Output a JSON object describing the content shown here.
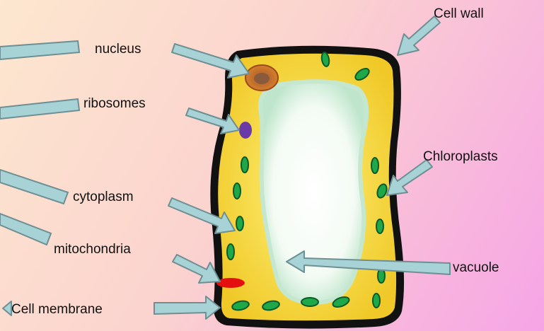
{
  "labels": {
    "nucleus": "nucleus",
    "ribosomes": "ribosomes",
    "cytoplasm": "cytoplasm",
    "mitochondria": "mitochondria",
    "cell_membrane": "Cell membrane",
    "cell_wall": "Cell wall",
    "chloroplasts": "Chloroplasts",
    "vacuole": "vacuole"
  },
  "colors": {
    "arrow_fill": "#a8d3d6",
    "arrow_stroke": "#6e8f93",
    "cell_wall": "#111111",
    "cytoplasm": "#f2d12a",
    "chloroplast": "#1ea84a",
    "nucleus": "#c8681e",
    "ribosome": "#6a3aa8",
    "mitochondria": "#e41010"
  }
}
